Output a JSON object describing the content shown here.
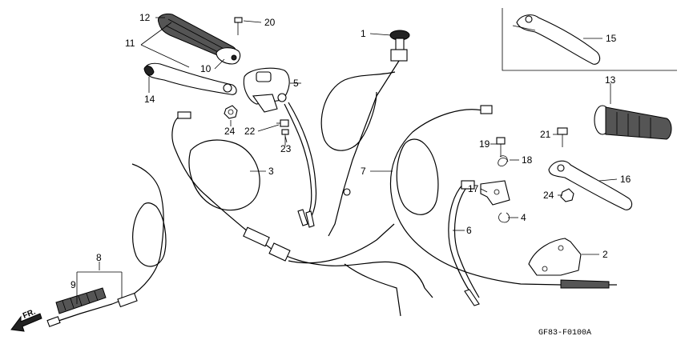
{
  "diagram_code": "GF83-F0100A",
  "front_arrow_label": "FR.",
  "callouts": [
    {
      "id": "c1",
      "text": "1"
    },
    {
      "id": "c2",
      "text": "2"
    },
    {
      "id": "c3",
      "text": "3"
    },
    {
      "id": "c4",
      "text": "4"
    },
    {
      "id": "c5",
      "text": "5"
    },
    {
      "id": "c6",
      "text": "6"
    },
    {
      "id": "c7",
      "text": "7"
    },
    {
      "id": "c8",
      "text": "8"
    },
    {
      "id": "c9",
      "text": "9"
    },
    {
      "id": "c10",
      "text": "10"
    },
    {
      "id": "c11",
      "text": "11"
    },
    {
      "id": "c12",
      "text": "12"
    },
    {
      "id": "c13",
      "text": "13"
    },
    {
      "id": "c14",
      "text": "14"
    },
    {
      "id": "c15",
      "text": "15"
    },
    {
      "id": "c16",
      "text": "16"
    },
    {
      "id": "c17",
      "text": "17"
    },
    {
      "id": "c18",
      "text": "18"
    },
    {
      "id": "c19",
      "text": "19"
    },
    {
      "id": "c20",
      "text": "20"
    },
    {
      "id": "c21",
      "text": "21"
    },
    {
      "id": "c22",
      "text": "22"
    },
    {
      "id": "c23",
      "text": "23"
    },
    {
      "id": "c24a",
      "text": "24"
    },
    {
      "id": "c24b",
      "text": "24"
    }
  ]
}
